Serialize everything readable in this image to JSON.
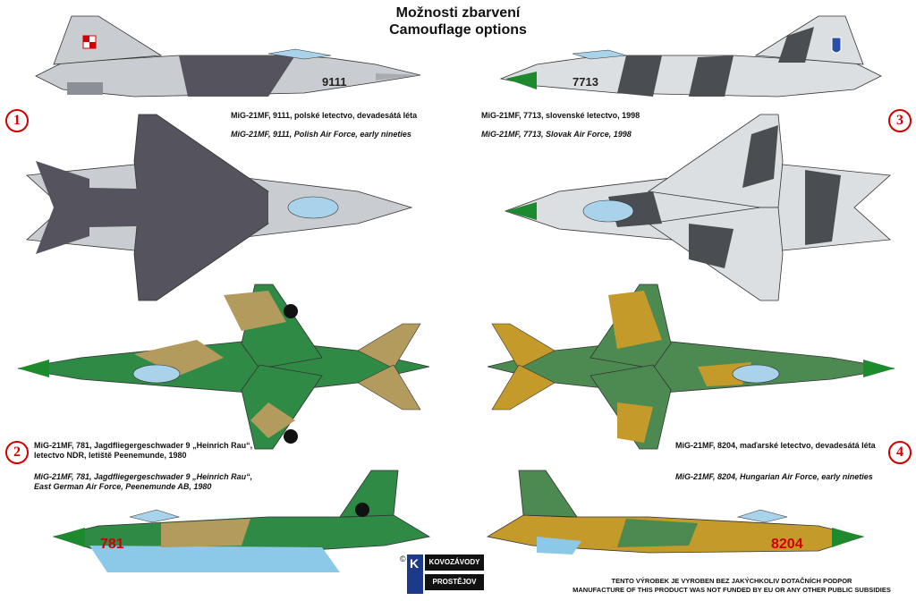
{
  "header": {
    "title_cz": "Možnosti zbarvení",
    "title_en": "Camouflage options"
  },
  "schemes": [
    {
      "number": "1",
      "caption_cz": "MiG-21MF, 9111, polské letectvo, devadesátá léta",
      "caption_en": "MiG-21MF, 9111, Polish Air Force, early nineties",
      "code": "9111"
    },
    {
      "number": "2",
      "caption_cz": "MiG-21MF, 781, Jagdfliegergeschwader 9 „Heinrich Rau“, letectvo NDR, letiště Peenemunde, 1980",
      "caption_en": "MiG-21MF, 781, Jagdfliegergeschwader 9 „Heinrich Rau“, East German Air Force, Peenemunde AB, 1980",
      "code": "781"
    },
    {
      "number": "3",
      "caption_cz": "MiG-21MF, 7713, slovenské letectvo, 1998",
      "caption_en": "MiG-21MF, 7713, Slovak Air Force, 1998",
      "code": "7713"
    },
    {
      "number": "4",
      "caption_cz": "MiG-21MF, 8204, maďarské letectvo, devadesátá léta",
      "caption_en": "MiG-21MF, 8204, Hungarian Air Force, early nineties",
      "code": "8204"
    }
  ],
  "footer": {
    "logo_letter": "K",
    "logo_line1": "KOVOZÁVODY",
    "logo_line2": "PROSTĚJOV",
    "copyright": "©",
    "notice_cz": "TENTO VÝROBEK JE VYROBEN BEZ JAKÝCHKOLIV DOTAČNÍCH PODPOR",
    "notice_en": "MANUFACTURE OF THIS PRODUCT WAS NOT FUNDED BY EU OR ANY OTHER PUBLIC SUBSIDIES"
  },
  "colors": {
    "accent_red": "#d10000",
    "polish_grey": "#55545e",
    "polish_light": "#c9ccd1",
    "nva_green": "#2f8a45",
    "nva_sand": "#b39b5e",
    "slovak_dark": "#4a4d52",
    "slovak_light": "#dcdfe2",
    "hungarian_green": "#4d8a52",
    "hungarian_ochre": "#c49a2a",
    "radome_green": "#1e8a2e",
    "underside_blue": "#8cc8e8"
  }
}
